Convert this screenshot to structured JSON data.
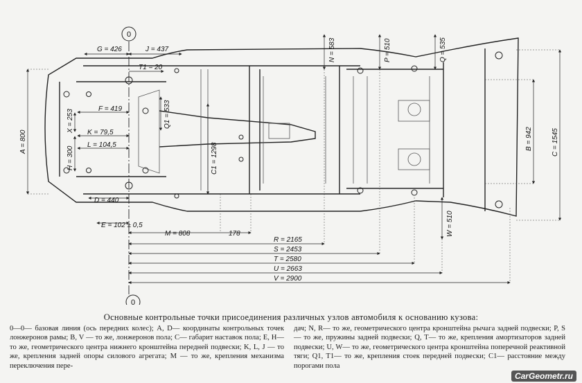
{
  "axis": {
    "top_label": "0",
    "bottom_label": "0"
  },
  "dimensions": {
    "G": "G = 426",
    "J": "J = 437",
    "T1": "T1 = 20",
    "N": "N = 583",
    "P": "P = 510",
    "Q": "Q = 535",
    "F": "F = 419",
    "Q1": "Q1 = 533",
    "X": "X = 253",
    "K": "K = 79,5",
    "L": "L = 104,5",
    "A": "A = 800",
    "H": "H = 300",
    "C1": "C1 = 1298",
    "B": "B = 942",
    "C": "C = 1545",
    "D": "D = 440",
    "E": "E = 102 ± 0,5",
    "M": "M = 808",
    "M_ext": "178",
    "W": "W = 510",
    "R": "R = 2165",
    "S": "S = 2453",
    "T": "T = 2580",
    "U": "U = 2663",
    "V": "V = 2900"
  },
  "caption": "Основные контрольные точки присоединения различных   узлов автомобиля к основанию кузова:",
  "legend_left": "0—0— базовая линия (ось передних колес); A, D— координаты контрольных точек лонжеронов рамы; B, V — то же, лонжеронов пола; C— габарит наставок пола; E, H— то же, геометрического центра нижнего кронштейна передней подвески; K, L, J — то же, крепления задней опоры силового агрегата; M — то же, крепления механизма переключения пере-",
  "legend_right": "дач; N, R— то же, геометрического центра кронштейна рычага задней подвески; P, S— то же, пружины задней подвески; Q, T— то же, крепления амортизаторов задней подвески; U, W— то же, геометрического центра кронштейна поперечной реактивной тяги; Q1, T1— то же, крепления стоек передней подвески; C1— расстояние между порогами пола",
  "watermark": "CarGeometr.ru"
}
